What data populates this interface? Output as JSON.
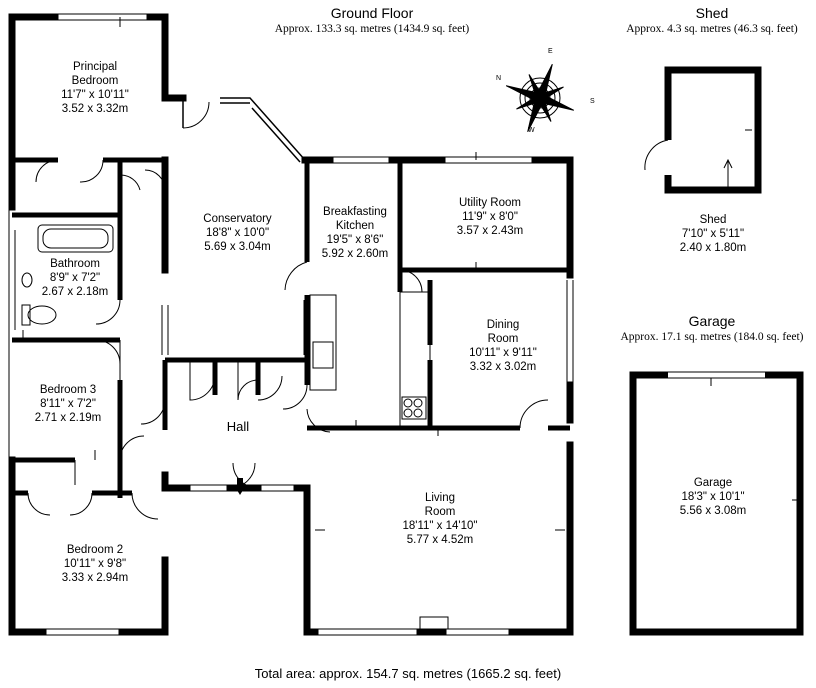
{
  "headers": {
    "ground_floor": {
      "title": "Ground Floor",
      "area": "Approx. 133.3 sq. metres (1434.9 sq. feet)"
    },
    "shed": {
      "title": "Shed",
      "area": "Approx. 4.3 sq. metres (46.3 sq. feet)"
    },
    "garage": {
      "title": "Garage",
      "area": "Approx. 17.1 sq. metres (184.0 sq. feet)"
    }
  },
  "rooms": {
    "principal_bedroom": {
      "name1": "Principal",
      "name2": "Bedroom",
      "imperial": "11'7\" x 10'11\"",
      "metric": "3.52 x 3.32m"
    },
    "bathroom": {
      "name": "Bathroom",
      "imperial": "8'9\" x 7'2\"",
      "metric": "2.67 x 2.18m"
    },
    "bedroom3": {
      "name": "Bedroom 3",
      "imperial": "8'11\" x 7'2\"",
      "metric": "2.71 x 2.19m"
    },
    "bedroom2": {
      "name": "Bedroom 2",
      "imperial": "10'11\" x 9'8\"",
      "metric": "3.33 x 2.94m"
    },
    "conservatory": {
      "name": "Conservatory",
      "imperial": "18'8\" x 10'0\"",
      "metric": "5.69 x 3.04m"
    },
    "kitchen": {
      "name1": "Breakfasting",
      "name2": "Kitchen",
      "imperial": "19'5\" x 8'6\"",
      "metric": "5.92 x 2.60m"
    },
    "utility": {
      "name": "Utility Room",
      "imperial": "11'9\" x 8'0\"",
      "metric": "3.57 x 2.43m"
    },
    "dining": {
      "name1": "Dining",
      "name2": "Room",
      "imperial": "10'11\" x 9'11\"",
      "metric": "3.32 x 3.02m"
    },
    "hall": {
      "name": "Hall"
    },
    "living": {
      "name1": "Living",
      "name2": "Room",
      "imperial": "18'11\" x 14'10\"",
      "metric": "5.77 x 4.52m"
    },
    "shed": {
      "name": "Shed",
      "imperial": "7'10\" x 5'11\"",
      "metric": "2.40 x 1.80m"
    },
    "garage": {
      "name": "Garage",
      "imperial": "18'3\" x 10'1\"",
      "metric": "5.56 x 3.08m"
    }
  },
  "compass": {
    "n": "N",
    "e": "E",
    "s": "S",
    "w": "W"
  },
  "footer": {
    "total": "Total area: approx. 154.7 sq. metres (1665.2 sq. feet)"
  }
}
